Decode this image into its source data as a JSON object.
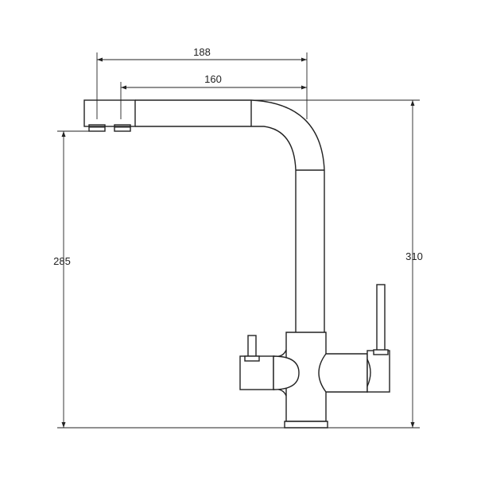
{
  "dimensions": {
    "spout_reach_outer": "188",
    "spout_reach_inner": "160",
    "spout_height": "285",
    "total_height": "310"
  }
}
